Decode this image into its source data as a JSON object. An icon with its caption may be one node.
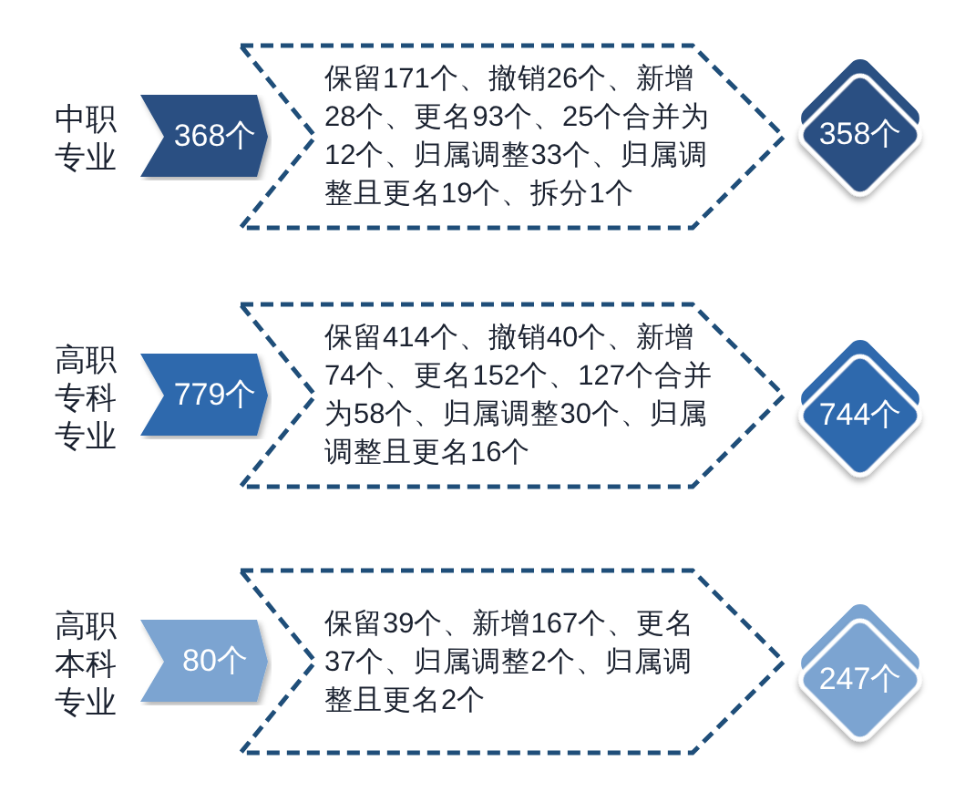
{
  "diagram": {
    "nodes": [
      {
        "text": [
          "368个"
        ],
        "beside": [
          "中职专业"
        ]
      },
      {
        "text": [
          "保留171个、撤销26个、新增28个、更名93个、25个合并为12个、归属调整33个、归属调整且更名19个、拆分1个"
        ]
      },
      {
        "text": [
          "358个"
        ]
      },
      {
        "text": [
          "779个"
        ],
        "beside": [
          "高职专科专业"
        ]
      },
      {
        "text": [
          "保留414个、撤销40个、新增74个、更名152个、127个合并为58个、归属调整30个、归属调整且更名16个"
        ]
      },
      {
        "text": [
          "744个"
        ]
      },
      {
        "text": [
          "80个"
        ],
        "beside": [
          "高职本科专业"
        ]
      },
      {
        "text": [
          "保留39个、新增167个、更名37个、归属调整2个、归属调整且更名2个"
        ]
      },
      {
        "text": [
          "247个"
        ]
      }
    ]
  }
}
